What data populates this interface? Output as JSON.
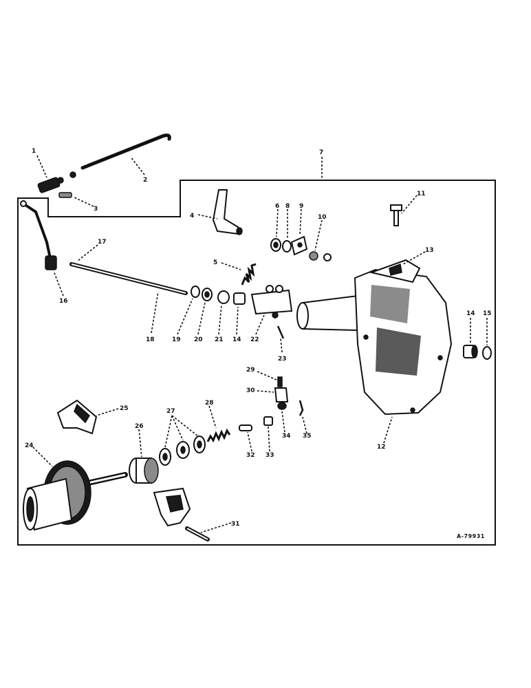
{
  "diagram": {
    "reference_code": "A-79931",
    "callouts": [
      {
        "id": "c1",
        "text": "1"
      },
      {
        "id": "c2",
        "text": "2"
      },
      {
        "id": "c3",
        "text": "3"
      },
      {
        "id": "c4",
        "text": "4"
      },
      {
        "id": "c5",
        "text": "5"
      },
      {
        "id": "c6",
        "text": "6"
      },
      {
        "id": "c7",
        "text": "7"
      },
      {
        "id": "c8",
        "text": "8"
      },
      {
        "id": "c9",
        "text": "9"
      },
      {
        "id": "c10",
        "text": "10"
      },
      {
        "id": "c11",
        "text": "11"
      },
      {
        "id": "c12",
        "text": "12"
      },
      {
        "id": "c13",
        "text": "13"
      },
      {
        "id": "c14a",
        "text": "14"
      },
      {
        "id": "c14b",
        "text": "14"
      },
      {
        "id": "c15",
        "text": "15"
      },
      {
        "id": "c16",
        "text": "16"
      },
      {
        "id": "c17",
        "text": "17"
      },
      {
        "id": "c18",
        "text": "18"
      },
      {
        "id": "c19",
        "text": "19"
      },
      {
        "id": "c20",
        "text": "20"
      },
      {
        "id": "c21",
        "text": "21"
      },
      {
        "id": "c22",
        "text": "22"
      },
      {
        "id": "c23",
        "text": "23"
      },
      {
        "id": "c24",
        "text": "24"
      },
      {
        "id": "c25",
        "text": "25"
      },
      {
        "id": "c26",
        "text": "26"
      },
      {
        "id": "c27",
        "text": "27"
      },
      {
        "id": "c28",
        "text": "28"
      },
      {
        "id": "c29",
        "text": "29"
      },
      {
        "id": "c30",
        "text": "30"
      },
      {
        "id": "c31",
        "text": "31"
      },
      {
        "id": "c32",
        "text": "32"
      },
      {
        "id": "c33",
        "text": "33"
      },
      {
        "id": "c34",
        "text": "34"
      },
      {
        "id": "c35",
        "text": "35"
      }
    ]
  }
}
